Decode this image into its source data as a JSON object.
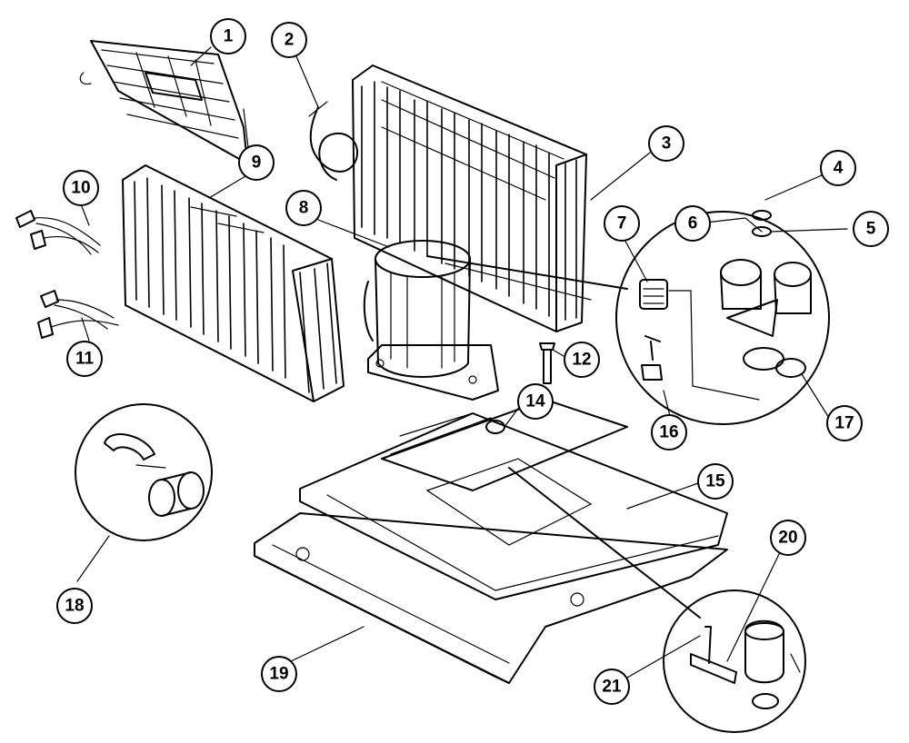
{
  "callouts": [
    {
      "id": "1",
      "label": "1"
    },
    {
      "id": "2",
      "label": "2"
    },
    {
      "id": "3",
      "label": "3"
    },
    {
      "id": "4",
      "label": "4"
    },
    {
      "id": "5",
      "label": "5"
    },
    {
      "id": "6",
      "label": "6"
    },
    {
      "id": "7",
      "label": "7"
    },
    {
      "id": "8",
      "label": "8"
    },
    {
      "id": "9",
      "label": "9"
    },
    {
      "id": "10",
      "label": "10"
    },
    {
      "id": "11",
      "label": "11"
    },
    {
      "id": "12",
      "label": "12"
    },
    {
      "id": "14",
      "label": "14"
    },
    {
      "id": "15",
      "label": "15"
    },
    {
      "id": "16",
      "label": "16"
    },
    {
      "id": "17",
      "label": "17"
    },
    {
      "id": "18",
      "label": "18"
    },
    {
      "id": "19",
      "label": "19"
    },
    {
      "id": "20",
      "label": "20"
    },
    {
      "id": "21",
      "label": "21"
    }
  ]
}
